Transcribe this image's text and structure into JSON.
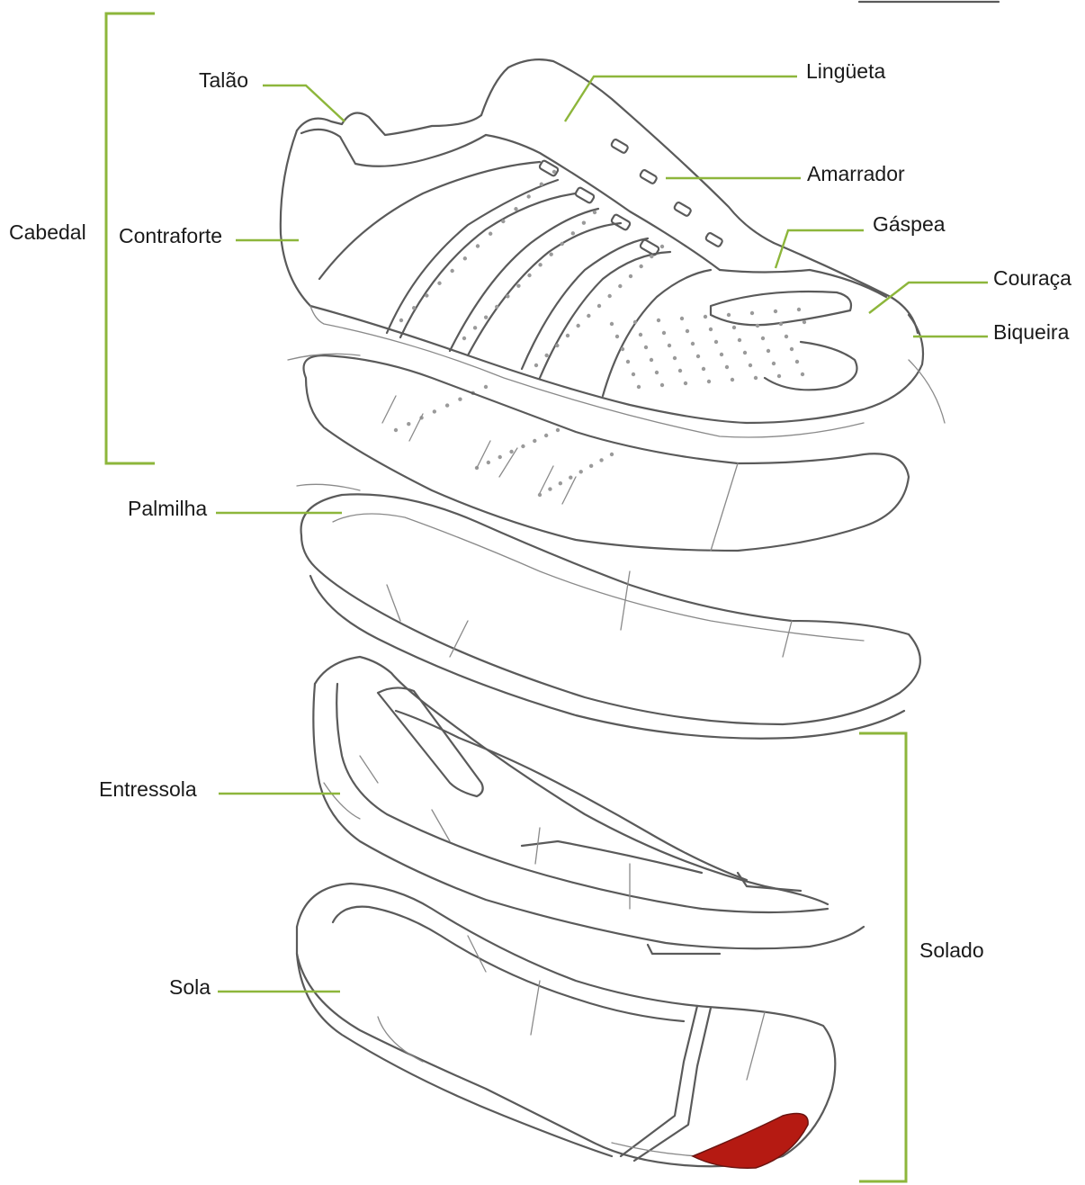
{
  "labels": {
    "talao": "Talão",
    "lingueta": "Lingüeta",
    "amarrador": "Amarrador",
    "cabedal": "Cabedal",
    "contraforte": "Contraforte",
    "gaspea": "Gáspea",
    "couraca": "Couraça",
    "biqueira": "Biqueira",
    "palmilha": "Palmilha",
    "entressola": "Entressola",
    "sola": "Sola",
    "solado": "Solado"
  },
  "colors": {
    "leader": "#8db63b",
    "sketch": "#5a5a5a",
    "accent": "#b51a12"
  }
}
